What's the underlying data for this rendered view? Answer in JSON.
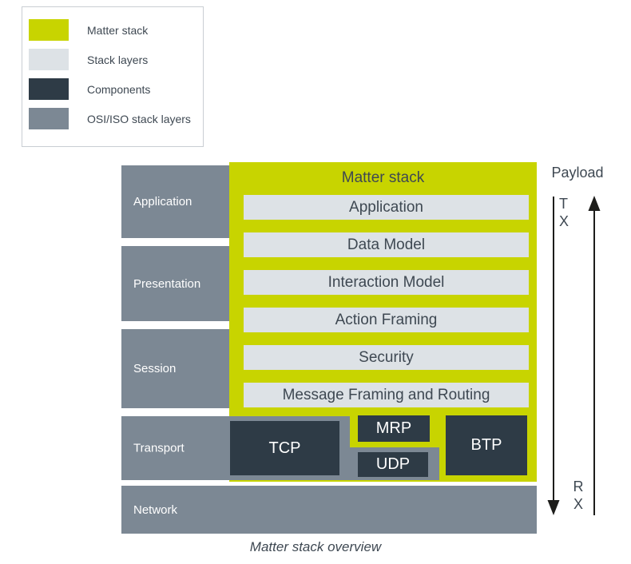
{
  "colors": {
    "page-bg": "#ffffff",
    "matter-yellow": "#c8d400",
    "stack-layer": "#dde2e6",
    "component-dark": "#2e3b46",
    "osi-gray": "#7c8894",
    "text-dark": "#3e4852",
    "legend-border": "#c9ced3",
    "arrow": "#1d1d1b"
  },
  "legend": {
    "items": [
      {
        "label": "Matter stack"
      },
      {
        "label": "Stack layers"
      },
      {
        "label": "Components"
      },
      {
        "label": "OSI/ISO stack layers"
      }
    ]
  },
  "osi": {
    "rows": [
      "Application",
      "Presentation",
      "Session",
      "Transport",
      "Network"
    ]
  },
  "matter": {
    "title": "Matter stack",
    "layers": [
      "Application",
      "Data Model",
      "Interaction Model",
      "Action Framing",
      "Security",
      "Message Framing and Routing"
    ],
    "components": {
      "tcp": "TCP",
      "mrp": "MRP",
      "udp": "UDP",
      "btp": "BTP"
    }
  },
  "annotations": {
    "payload": "Payload",
    "tx": {
      "l1": "T",
      "l2": "X"
    },
    "rx": {
      "l1": "R",
      "l2": "X"
    }
  },
  "caption": "Matter stack overview"
}
